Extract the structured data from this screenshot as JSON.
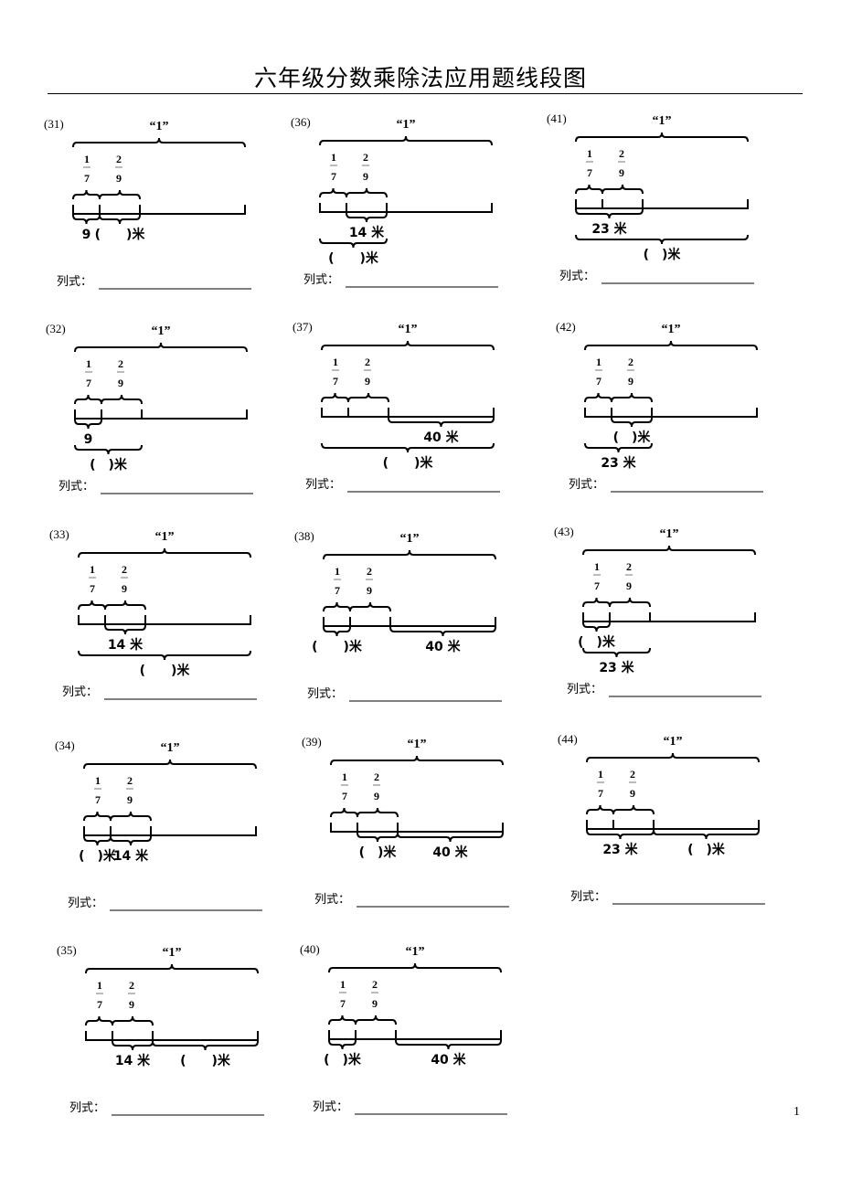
{
  "title": "六年级分数乘除法应用题线段图",
  "page_number": "1",
  "whole_label": "“1”",
  "fractions": [
    {
      "num": "1",
      "den": "7"
    },
    {
      "num": "2",
      "den": "9"
    }
  ],
  "formula_label": "列式：",
  "problems": [
    {
      "id": "(31)",
      "lower": [
        {
          "span": [
            0,
            1
          ],
          "level": 1,
          "label": "9"
        },
        {
          "span": [
            1,
            2
          ],
          "level": 1,
          "label": "(　　)米"
        }
      ]
    },
    {
      "id": "(36)",
      "lower": [
        {
          "span": [
            1,
            2
          ],
          "level": 1,
          "label": "14 米"
        },
        {
          "span": [
            0,
            2
          ],
          "level": 2,
          "label": "(　　)米"
        }
      ]
    },
    {
      "id": "(41)",
      "lower": [
        {
          "span": [
            0,
            2
          ],
          "level": 1,
          "label": "23 米"
        },
        {
          "span": [
            0,
            3
          ],
          "level": 2,
          "label": "(　)米"
        }
      ]
    },
    {
      "id": "(32)",
      "lower": [
        {
          "span": [
            0,
            1
          ],
          "level": 1,
          "label": "9"
        },
        {
          "span": [
            0,
            2
          ],
          "level": 2,
          "label": "(　)米"
        }
      ]
    },
    {
      "id": "(37)",
      "lower": [
        {
          "span": [
            2,
            3
          ],
          "level": 1,
          "label": "40 米"
        },
        {
          "span": [
            0,
            3
          ],
          "level": 2,
          "label": "(　　)米"
        }
      ]
    },
    {
      "id": "(42)",
      "lower": [
        {
          "span": [
            1,
            2
          ],
          "level": 1,
          "label": "(　)米"
        },
        {
          "span": [
            0,
            2
          ],
          "level": 2,
          "label": "23 米"
        }
      ]
    },
    {
      "id": "(33)",
      "lower": [
        {
          "span": [
            1,
            2
          ],
          "level": 1,
          "label": "14 米"
        },
        {
          "span": [
            0,
            3
          ],
          "level": 2,
          "label": "(　　)米"
        }
      ]
    },
    {
      "id": "(38)",
      "lower": [
        {
          "span": [
            0,
            1
          ],
          "level": 1,
          "label": "(　　)米"
        },
        {
          "span": [
            2,
            3
          ],
          "level": 1,
          "label": "40 米"
        }
      ]
    },
    {
      "id": "(43)",
      "lower": [
        {
          "span": [
            0,
            1
          ],
          "level": 1,
          "label": "(　)米"
        },
        {
          "span": [
            0,
            2
          ],
          "level": 2,
          "label": "23 米"
        }
      ]
    },
    {
      "id": "(34)",
      "lower": [
        {
          "span": [
            0,
            1
          ],
          "level": 1,
          "label": "(　)米"
        },
        {
          "span": [
            1,
            2
          ],
          "level": 1,
          "label": "14 米"
        }
      ]
    },
    {
      "id": "(39)",
      "lower": [
        {
          "span": [
            1,
            2
          ],
          "level": 1,
          "label": "(　)米"
        },
        {
          "span": [
            2,
            3
          ],
          "level": 1,
          "label": "40 米"
        }
      ]
    },
    {
      "id": "(44)",
      "lower": [
        {
          "span": [
            0,
            2
          ],
          "level": 1,
          "label": "23 米"
        },
        {
          "span": [
            2,
            3
          ],
          "level": 1,
          "label": "(　)米"
        }
      ]
    },
    {
      "id": "(35)",
      "lower": [
        {
          "span": [
            1,
            2
          ],
          "level": 1,
          "label": "14 米"
        },
        {
          "span": [
            2,
            3
          ],
          "level": 1,
          "label": "(　　)米"
        }
      ]
    },
    {
      "id": "(40)",
      "lower": [
        {
          "span": [
            0,
            1
          ],
          "level": 1,
          "label": "(　)米"
        },
        {
          "span": [
            2,
            3
          ],
          "level": 1,
          "label": "40 米"
        }
      ]
    }
  ]
}
